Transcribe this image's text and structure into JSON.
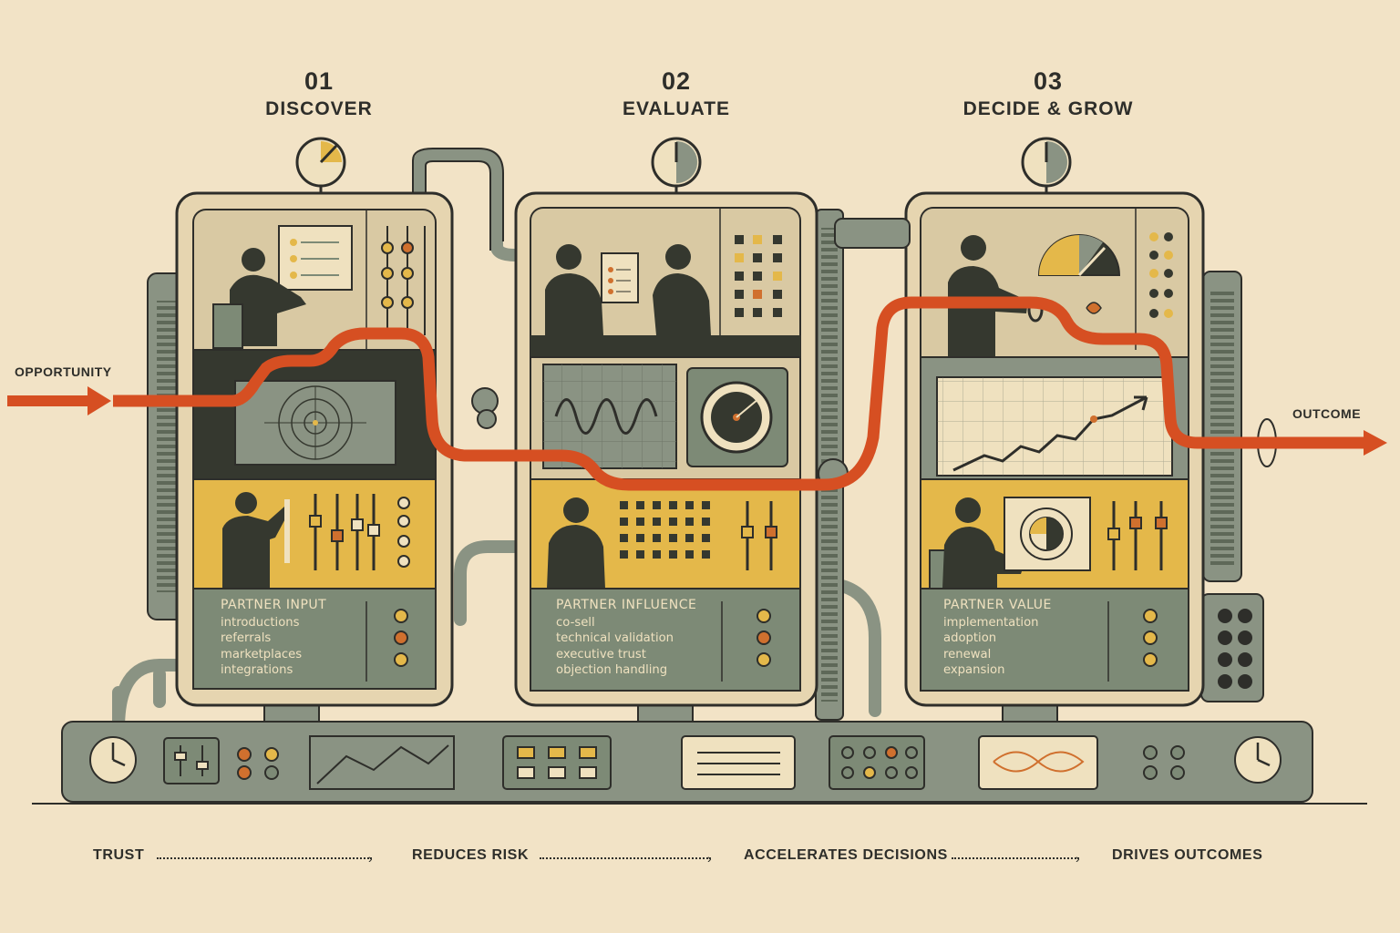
{
  "stages": [
    {
      "number": "01",
      "title": "DISCOVER",
      "panel_heading": "PARTNER INPUT",
      "panel_items": [
        "introductions",
        "referrals",
        "marketplaces",
        "integrations"
      ]
    },
    {
      "number": "02",
      "title": "EVALUATE",
      "panel_heading": "PARTNER INFLUENCE",
      "panel_items": [
        "co-sell",
        "technical validation",
        "executive trust",
        "objection handling"
      ]
    },
    {
      "number": "03",
      "title": "DECIDE & GROW",
      "panel_heading": "PARTNER VALUE",
      "panel_items": [
        "implementation",
        "adoption",
        "renewal",
        "expansion"
      ]
    }
  ],
  "input_label": "OPPORTUNITY",
  "output_label": "OUTCOME",
  "footer_chain": [
    "TRUST",
    "REDUCES RISK",
    "ACCELERATES DECISIONS",
    "DRIVES OUTCOMES"
  ],
  "colors": {
    "background": "#f2e3c6",
    "machine_frame": "#e6d5b0",
    "machine_green": "#7d8a76",
    "dark_panel": "#35382f",
    "mustard": "#e4b84a",
    "flow_orange": "#d64f22",
    "ink": "#2e2e2a"
  },
  "icons": [
    "gauge-icon",
    "radar-screen-icon",
    "waveform-screen-icon",
    "dial-screen-icon",
    "growth-chart-icon",
    "clock-icon",
    "slider-icon",
    "indicator-light-icon",
    "pipe-icon"
  ]
}
